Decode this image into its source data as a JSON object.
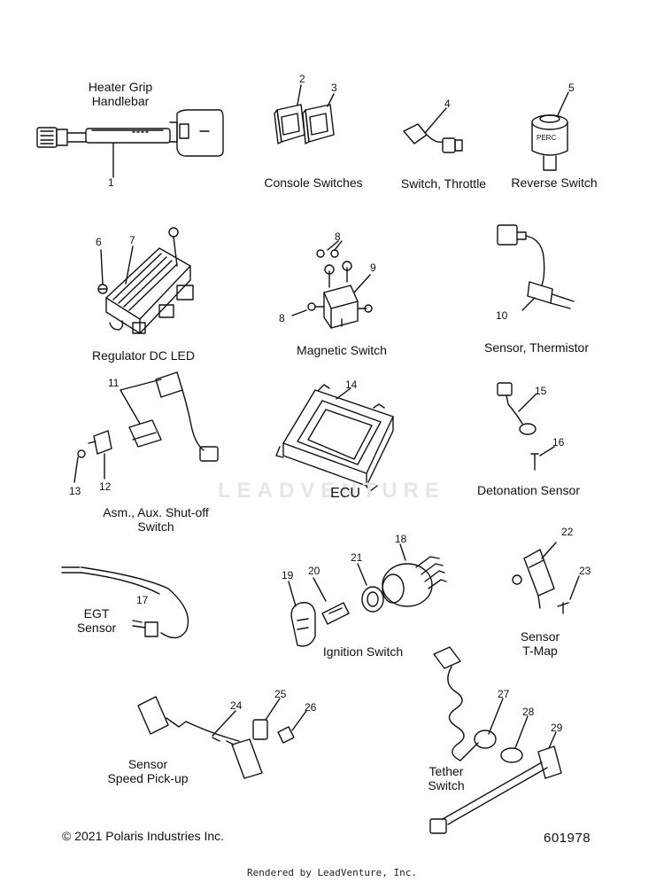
{
  "watermark": "LEADVENTURE",
  "groups": [
    {
      "id": "heater-grip",
      "lines": [
        "Heater Grip",
        "Handlebar"
      ],
      "callouts": [
        "1"
      ]
    },
    {
      "id": "console-switches",
      "lines": [
        "Console Switches"
      ],
      "callouts": [
        "2",
        "3"
      ]
    },
    {
      "id": "switch-throttle",
      "lines": [
        "Switch, Throttle"
      ],
      "callouts": [
        "4"
      ]
    },
    {
      "id": "reverse-switch",
      "lines": [
        "Reverse Switch"
      ],
      "callouts": [
        "5"
      ],
      "part_text": "PERC"
    },
    {
      "id": "regulator",
      "lines": [
        "Regulator DC LED"
      ],
      "callouts": [
        "6",
        "7"
      ]
    },
    {
      "id": "magnetic-switch",
      "lines": [
        "Magnetic Switch"
      ],
      "callouts": [
        "8",
        "9",
        "8"
      ]
    },
    {
      "id": "sensor-thermistor",
      "lines": [
        "Sensor, Thermistor"
      ],
      "callouts": [
        "10"
      ]
    },
    {
      "id": "aux-shutoff",
      "lines": [
        "Asm., Aux. Shut-off",
        "Switch"
      ],
      "callouts": [
        "11",
        "12",
        "13"
      ]
    },
    {
      "id": "ecu",
      "lines": [
        "ECU"
      ],
      "callouts": [
        "14"
      ]
    },
    {
      "id": "detonation-sensor",
      "lines": [
        "Detonation Sensor"
      ],
      "callouts": [
        "15",
        "16"
      ]
    },
    {
      "id": "egt-sensor",
      "lines": [
        "EGT",
        "Sensor"
      ],
      "callouts": [
        "17"
      ]
    },
    {
      "id": "ignition-switch",
      "lines": [
        "Ignition Switch"
      ],
      "callouts": [
        "18",
        "19",
        "20",
        "21"
      ]
    },
    {
      "id": "sensor-tmap",
      "lines": [
        "Sensor",
        "T-Map"
      ],
      "callouts": [
        "22",
        "23"
      ]
    },
    {
      "id": "speed-pickup",
      "lines": [
        "Sensor",
        "Speed Pick-up"
      ],
      "callouts": [
        "24",
        "25",
        "26"
      ]
    },
    {
      "id": "tether-switch",
      "lines": [
        "Tether",
        "Switch"
      ],
      "callouts": [
        "27",
        "28",
        "29"
      ]
    }
  ],
  "footer": {
    "copyright": "© 2021 Polaris Industries Inc.",
    "diagram_number": "601978",
    "rendered_by": "Rendered by LeadVenture, Inc."
  }
}
